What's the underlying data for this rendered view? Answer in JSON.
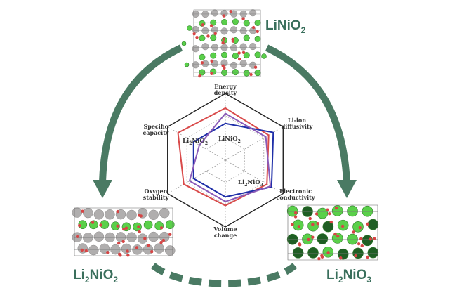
{
  "colors": {
    "arrow": "#4a7a63",
    "linio2": "#d94a4a",
    "li2nio2": "#1f2fa8",
    "li2nio3": "#8a5bb8",
    "grid": "#222222",
    "material_label": "#3a6f5c",
    "atom_li": "#5ad04a",
    "atom_ni": "#b0aeae",
    "atom_o": "#d64545",
    "atom_dark": "#1f5e24"
  },
  "materials": {
    "top": {
      "name": "LiNiO",
      "sub": "2"
    },
    "left": {
      "name": "Li",
      "sub1": "2",
      "mid": "NiO",
      "sub2": "2"
    },
    "right": {
      "name": "Li",
      "sub1": "2",
      "mid": "NiO",
      "sub2": "3"
    }
  },
  "radar_legend": {
    "li2nio2": {
      "a": "Li",
      "s1": "2",
      "b": "NiO",
      "s2": "2"
    },
    "linio2": {
      "a": "LiNiO",
      "s1": "2"
    },
    "li2nio3": {
      "a": "Li",
      "s1": "2",
      "b": "NiO",
      "s2": "3"
    }
  },
  "chart_data": {
    "type": "radar",
    "axes": [
      [
        "Energy",
        "density"
      ],
      [
        "Li-ion",
        "diffusivity"
      ],
      [
        "Electronic",
        "conductivity"
      ],
      [
        "Volume",
        "change"
      ],
      [
        "Oxygen",
        "stability"
      ],
      [
        "Specific",
        "capacity"
      ]
    ],
    "levels": 3,
    "series": [
      {
        "key": "linio2",
        "values": [
          0.78,
          0.75,
          0.72,
          0.68,
          0.72,
          0.82
        ]
      },
      {
        "key": "li2nio2",
        "values": [
          0.55,
          0.83,
          0.8,
          0.55,
          0.55,
          0.55
        ]
      },
      {
        "key": "li2nio3",
        "values": [
          0.7,
          0.7,
          0.78,
          0.62,
          0.62,
          0.45
        ]
      }
    ]
  }
}
